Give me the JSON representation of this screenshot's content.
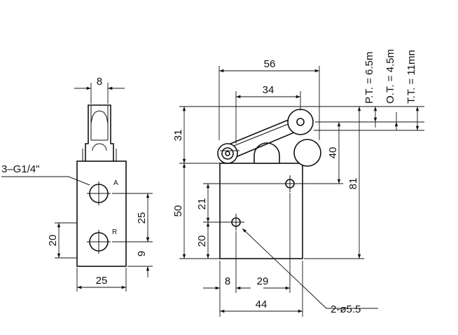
{
  "dimensions": {
    "side_top_width": "8",
    "side_bottom_width": "25",
    "side_port_spacing": "25",
    "side_port_bottom": "9",
    "side_left_height": "20",
    "front_total_width": "56",
    "front_roller_offset": "34",
    "front_lever_height": "31",
    "front_body_height": "50",
    "front_hole_spacing_v": "21",
    "front_hole_bottom": "20",
    "front_roller_to_hole": "40",
    "front_total_height": "81",
    "front_hole_left": "8",
    "front_hole_spacing_h": "29",
    "front_body_width": "44"
  },
  "labels": {
    "port_thread": "3–G1/4\"",
    "port_a": "A",
    "port_r": "R",
    "mount_holes": "2-ø5.5"
  },
  "travel": {
    "pretravel": "P.T. = 6.5m",
    "overtravel": "O.T. = 4.5m",
    "total_travel": "T.T. = 11mn"
  }
}
